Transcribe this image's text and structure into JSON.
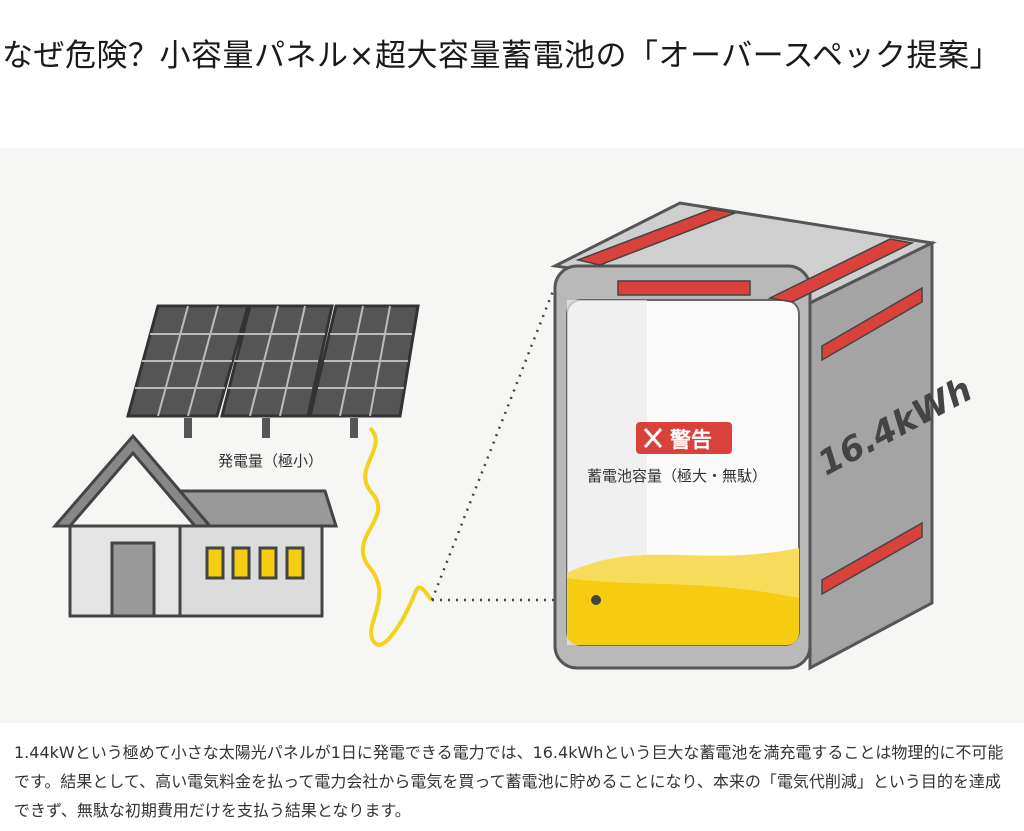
{
  "article": {
    "title": "なぜ危険？小容量パネル×超大容量蓄電池の「オーバースペック提案」",
    "body": "1.44kWという極めて小さな太陽光パネルが1日に発電できる電力では、16.4kWhという巨大な蓄電池を満充電することは物理的に不可能です。結果として、高い電気料金を払って電力会社から電気を買って蓄電池に貯めることになり、本来の「電気代削減」という目的を達成できず、無駄な初期費用だけを支払う結果となります。"
  },
  "illustration": {
    "panel_label": "発電量（極小）",
    "warning_badge": "警告",
    "warning_icon": "x-icon",
    "battery_label": "蓄電池容量（極大・無駄）",
    "battery_capacity": "16.4kWh",
    "colors": {
      "warning": "#d9413b",
      "energy": "#f5cc10",
      "battery": "#a9a9a9"
    }
  }
}
